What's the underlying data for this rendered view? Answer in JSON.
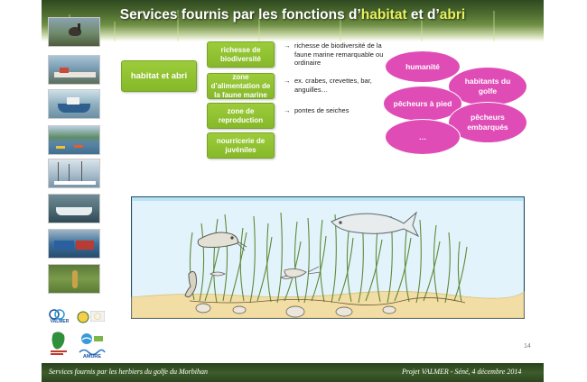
{
  "title": {
    "part1": "Services fournis par les fonctions d’",
    "part2": "habitat",
    "part3": " et ",
    "part4": "d’",
    "part5": "abri"
  },
  "main_box": "habitat et abri",
  "functions": [
    {
      "label": "richesse de biodiversité",
      "note": "richesse de biodiversité de la faune marine remarquable ou ordinaire"
    },
    {
      "label": "zone d’alimentation de la faune marine",
      "note": "ex. crabes, crevettes, bar, anguilles…"
    },
    {
      "label": "zone de reproduction",
      "note": "pontes de seiches"
    },
    {
      "label": "nourricerie de juvéniles",
      "note": ""
    }
  ],
  "beneficiaries": [
    "humanité",
    "habitants du golfe",
    "pêcheurs à pied",
    "pêcheurs embarqués",
    "…"
  ],
  "note_arrow": "→",
  "logos": [
    "VALMER",
    "Agence des Aires Marines Protégées",
    "AMURE"
  ],
  "page_number": "14",
  "footer": {
    "left": "Services fournis par les herbiers du golfe du Morbihan",
    "right": "Projet VALMER  - Séné, 4 décembre 2014"
  },
  "colors": {
    "green_box": "#8dc63f",
    "beneficiary": "#e04cb6",
    "water": "#dff2fa",
    "sand": "#f0dca3",
    "title_highlight": "#e6f05c"
  }
}
